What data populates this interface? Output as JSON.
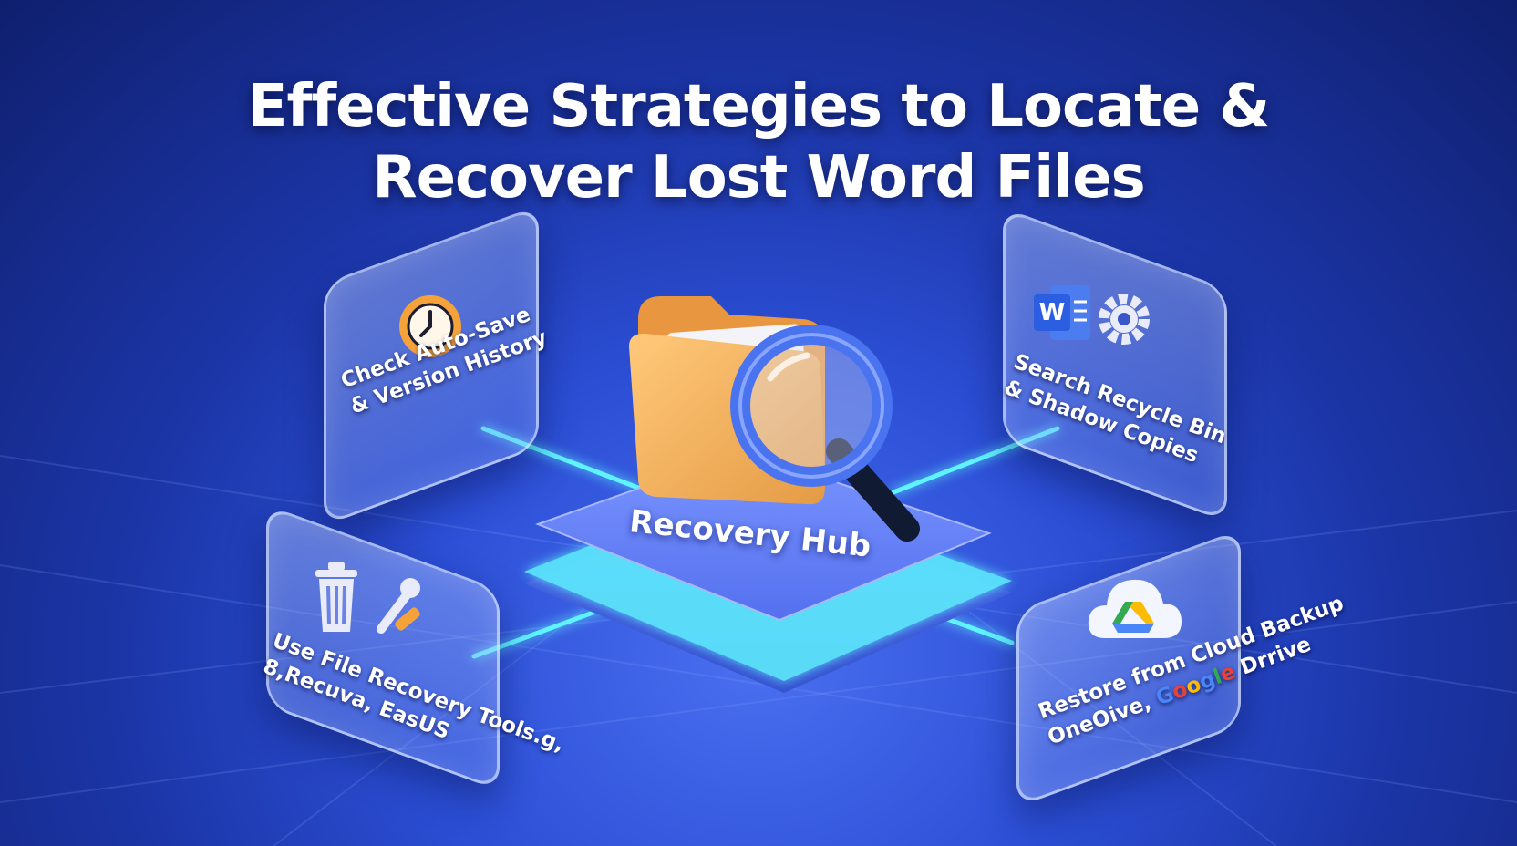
{
  "title": {
    "line1": "Effective Strategies to Locate &",
    "line2": "Recover Lost Word Files"
  },
  "hub": {
    "label": "Recovery Hub"
  },
  "cards": {
    "autosave": {
      "line1": "Check Auto-Save",
      "line2": "& Version History",
      "icon": "clock-icon"
    },
    "recycle": {
      "line1": "Search Recycle Bin",
      "line2": "& Shadow Copies",
      "icon_word": "W",
      "icons": [
        "word-icon",
        "gear-icon"
      ]
    },
    "tools": {
      "line1": "Use File Recovery Tools.g,",
      "line2": "8,Recuva, EasUS",
      "icons": [
        "trash-icon",
        "wrench-icon"
      ]
    },
    "cloud": {
      "line1": "Restore from Cloud Backup",
      "line2_prefix": "OneOive, ",
      "google": [
        "G",
        "o",
        "o",
        "g",
        "l",
        "e"
      ],
      "line2_suffix": " Drrive",
      "icon": "cloud-drive-icon"
    }
  },
  "colors": {
    "background": "#1b35a6",
    "connector": "#5ff3ff",
    "folder": "#f6b25e",
    "magnifier": "#4a73f0",
    "word_blue": "#2b5ee0",
    "clock": "#f5a23a"
  }
}
